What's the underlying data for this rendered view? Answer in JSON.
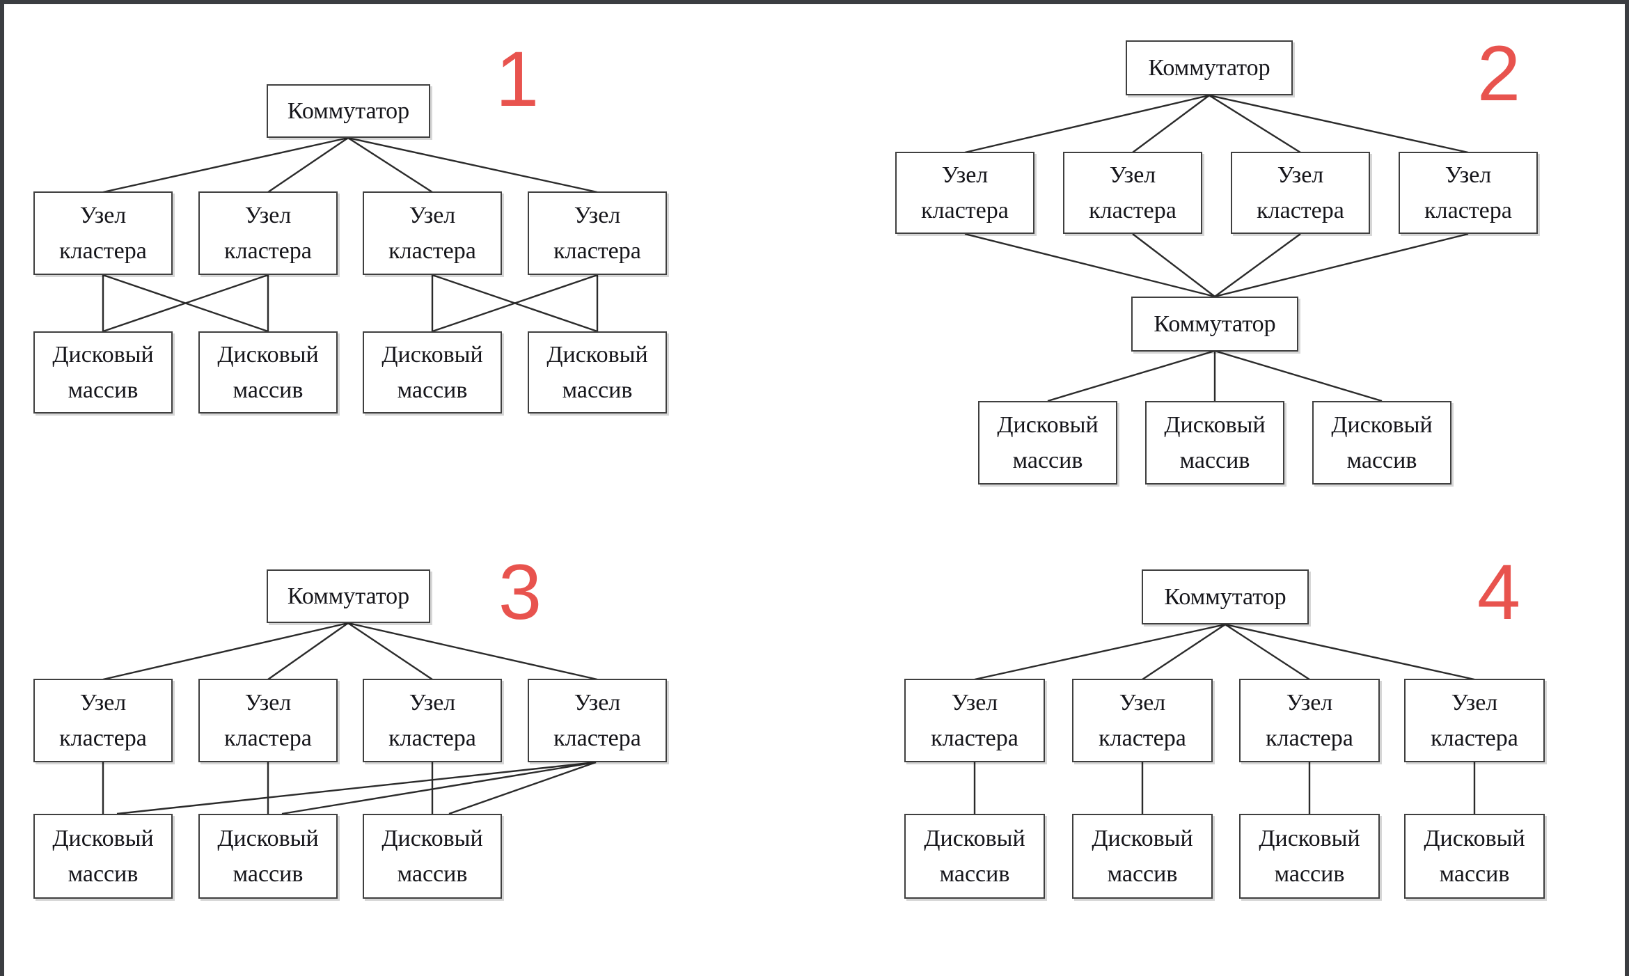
{
  "labels": {
    "switch": "Коммутатор",
    "node_line1": "Узел",
    "node_line2": "кластера",
    "disk_line1": "Дисковый",
    "disk_line2": "массив"
  },
  "diagrams": [
    {
      "number": "1",
      "topology": "switch over 4 cluster nodes; node pairs cross-connected to 4 disk arrays"
    },
    {
      "number": "2",
      "topology": "switch over 4 cluster nodes; all nodes into second switch; second switch over 3 disk arrays"
    },
    {
      "number": "3",
      "topology": "switch over 4 cluster nodes; nodes 1-3 to own disk array; node 4 linked to all 3 disk arrays"
    },
    {
      "number": "4",
      "topology": "switch over 4 cluster nodes; each node to its own disk array"
    }
  ],
  "colors": {
    "number_accent": "#E8534E",
    "line": "#2B2B2B",
    "box_border": "#3F3F3F",
    "frame_border": "#3B3D41",
    "background": "#FFFFFF"
  }
}
